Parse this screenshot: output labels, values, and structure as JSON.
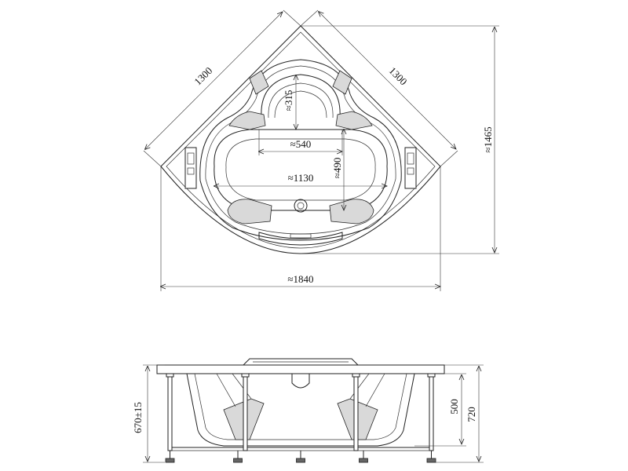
{
  "plan_view": {
    "side_left": "1300",
    "side_right": "1300",
    "depth_total": "≈1465",
    "width_total": "≈1840",
    "seat_depth": "≈315",
    "inner_width_top": "≈540",
    "inner_width_mid": "≈1130",
    "inner_depth": "≈490"
  },
  "side_view": {
    "leg_height": "670±15",
    "bowl_depth": "500",
    "total_height": "720"
  }
}
